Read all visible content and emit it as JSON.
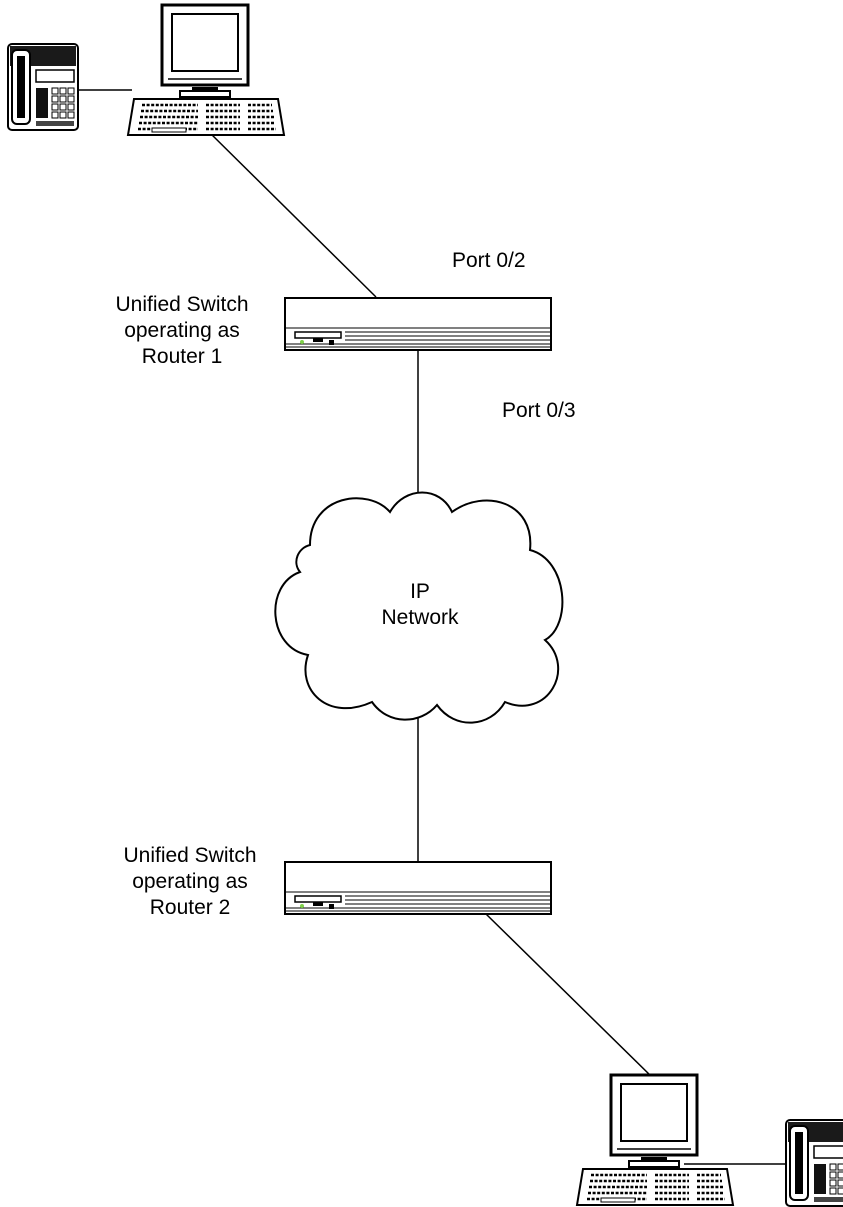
{
  "router1": {
    "line1": "Unified Switch",
    "line2": "operating as",
    "line3": "Router 1"
  },
  "router2": {
    "line1": "Unified Switch",
    "line2": "operating as",
    "line3": "Router 2"
  },
  "ports": {
    "top": "Port 0/2",
    "bottom": "Port 0/3"
  },
  "cloud": {
    "line1": "IP",
    "line2": "Network"
  },
  "icons": {
    "workstation_top": "workstation-icon",
    "phone_top": "phone-icon",
    "switch_1": "network-switch-icon",
    "switch_2": "network-switch-icon",
    "cloud": "cloud-icon",
    "workstation_bottom": "workstation-icon",
    "phone_bottom": "phone-icon"
  },
  "colors": {
    "line": "#000000",
    "background": "#ffffff",
    "device_fill": "#ffffff",
    "led": "#7fd14a"
  }
}
